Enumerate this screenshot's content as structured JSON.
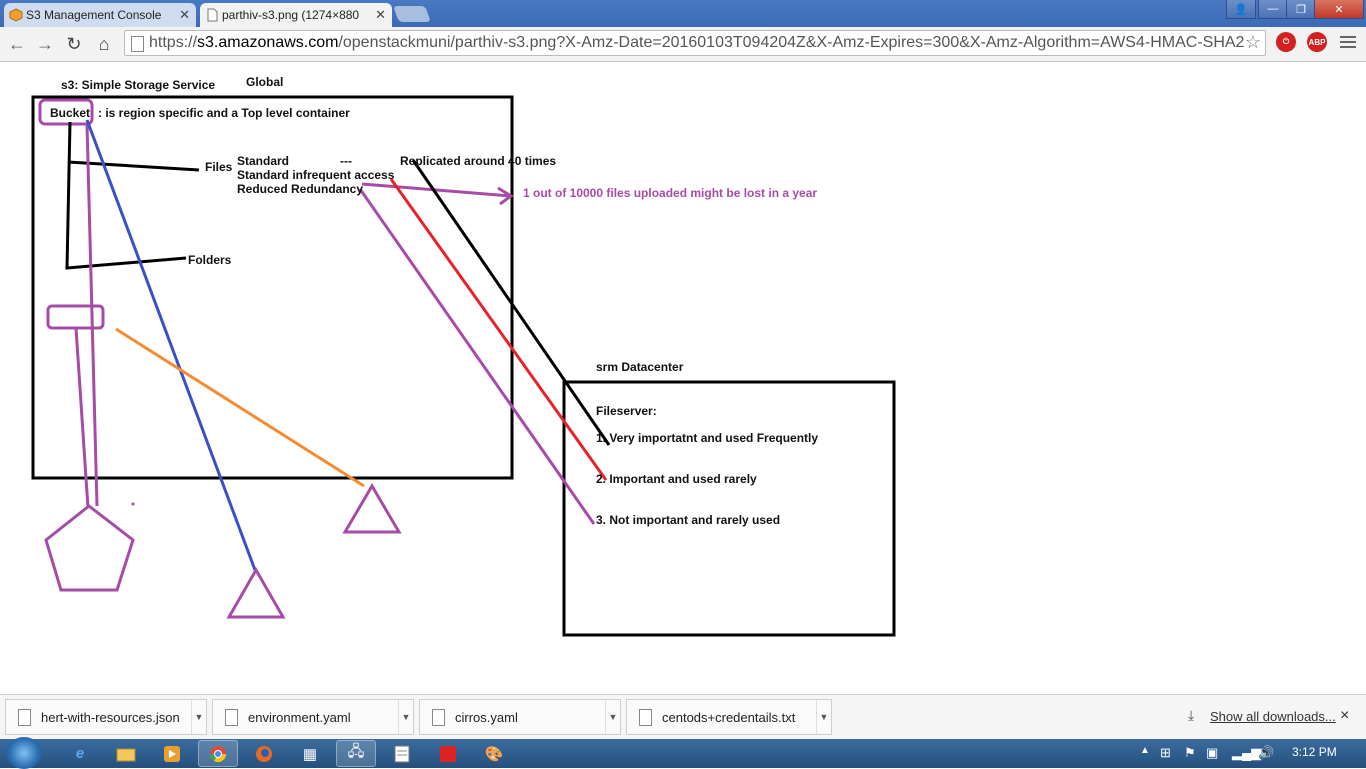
{
  "browser": {
    "tabs": [
      {
        "title": "S3 Management Console",
        "active": false
      },
      {
        "title": "parthiv-s3.png (1274×880",
        "active": true
      }
    ],
    "url_scheme": "https://",
    "url_host": "s3.amazonaws.com",
    "url_path": "/openstackmuni/parthiv-s3.png?X-Amz-Date=20160103T094204Z&X-Amz-Expires=300&X-Amz-Algorithm=AWS4-HMAC-SHA2",
    "extension_abp": "ABP"
  },
  "diagram": {
    "title": "s3: Simple Storage Service",
    "scope": "Global",
    "bucket_label": "Bucket",
    "bucket_desc": ": is region specific and a Top level container",
    "files_label": "Files",
    "folders_label": "Folders",
    "storage_classes": [
      "Standard",
      "Standard infrequent access",
      "Reduced Redundancy"
    ],
    "dash": "---",
    "replicated_note": "Replicated around 40 times",
    "loss_note": "1 out of 10000 files uploaded might be lost in a year",
    "datacenter_title": "srm Datacenter",
    "fileserver_label": "Fileserver:",
    "file_levels": [
      "1. Very importatnt  and used Frequently",
      "2. Important and used rarely",
      "3. Not important and rarely used"
    ],
    "colors": {
      "black": "#000000",
      "purple": "#a64ca6",
      "blue": "#3a4fc8",
      "red": "#e8222a",
      "orange": "#f58a30"
    }
  },
  "downloads": {
    "items": [
      "hert-with-resources.json",
      "environment.yaml",
      "cirros.yaml",
      "centods+credentails.txt"
    ],
    "show_all": "Show all downloads...",
    "close": "×"
  },
  "taskbar": {
    "time": "3:12 PM"
  }
}
